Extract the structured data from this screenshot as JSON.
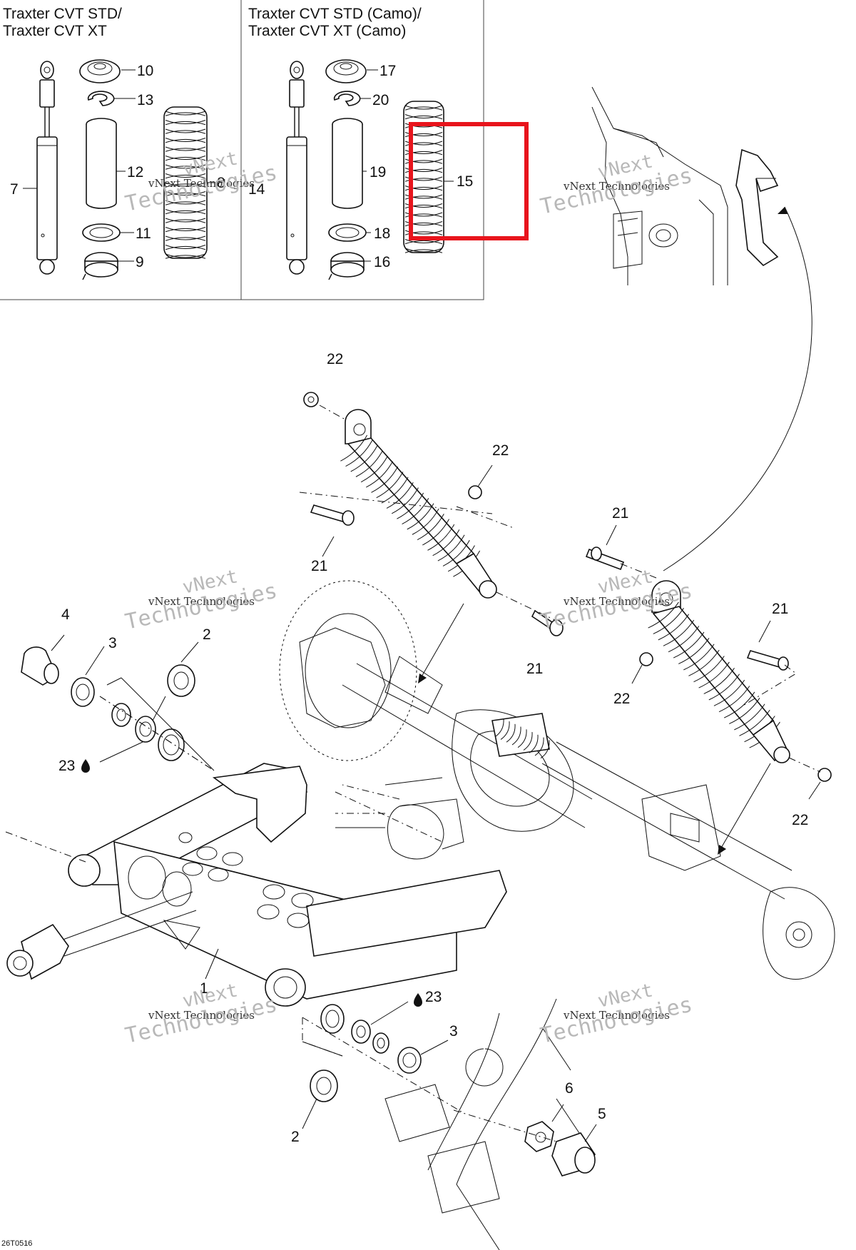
{
  "panel_left": {
    "title_line1": "Traxter CVT STD/",
    "title_line2": "Traxter CVT XT"
  },
  "panel_right": {
    "title_line1": "Traxter CVT STD (Camo)/",
    "title_line2": "Traxter CVT XT (Camo)"
  },
  "callouts": {
    "c10": "10",
    "c13": "13",
    "c12": "12",
    "c8": "8",
    "c7": "7",
    "c11": "11",
    "c9": "9",
    "c14": "14",
    "c17": "17",
    "c20": "20",
    "c19": "19",
    "c15": "15",
    "c18": "18",
    "c16": "16",
    "c22a": "22",
    "c22b": "22",
    "c22c": "22",
    "c22d": "22",
    "c21a": "21",
    "c21b": "21",
    "c21c": "21",
    "c21d": "21",
    "c4": "4",
    "c3a": "3",
    "c2a": "2",
    "c23a": "23",
    "c1": "1",
    "c23b": "23",
    "c3b": "3",
    "c2b": "2",
    "c6": "6",
    "c5": "5"
  },
  "watermark": {
    "line1": "vNext",
    "line2": "vNext Technologies",
    "line3": "Technologies"
  },
  "highlight_color": "#e8141c",
  "drawing_code": "26T0516"
}
